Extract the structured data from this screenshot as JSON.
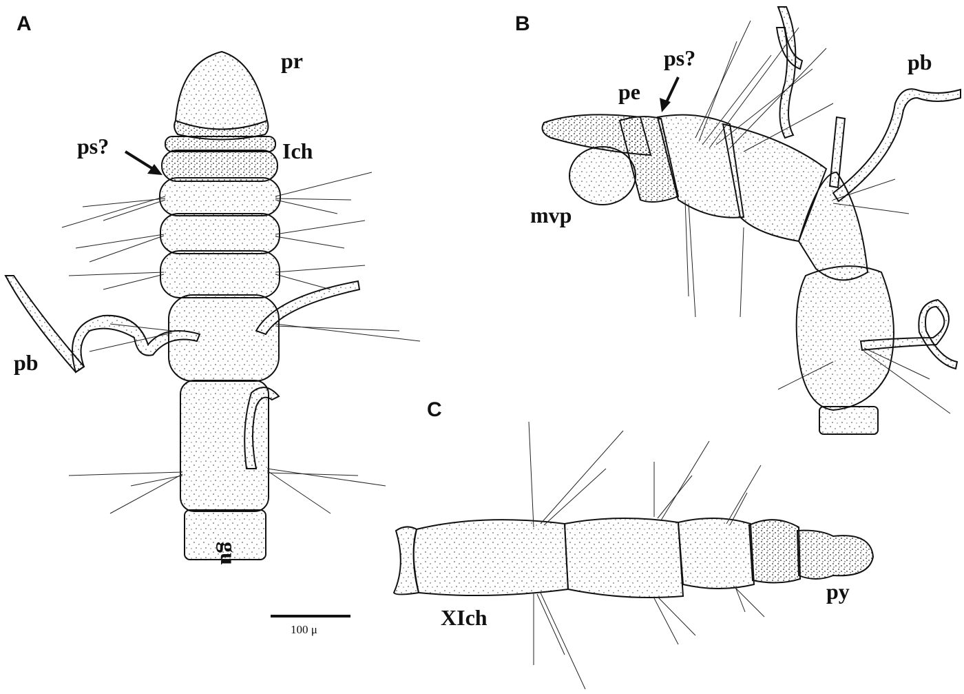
{
  "panels": {
    "a": {
      "letter": "A",
      "labels": {
        "pr": "pr",
        "ps": "ps?",
        "ich": "Ich",
        "pb": "pb",
        "gu": "gu"
      },
      "scale_bar": "100 μ"
    },
    "b": {
      "letter": "B",
      "labels": {
        "ps": "ps?",
        "pe": "pe",
        "pb": "pb",
        "mvp": "mvp"
      }
    },
    "c": {
      "letter": "C",
      "labels": {
        "xich": "XIch",
        "py": "py"
      }
    }
  },
  "colors": {
    "ink": "#111111",
    "body_fill": "#f3f3f3",
    "shade": "#d6d6d6"
  }
}
